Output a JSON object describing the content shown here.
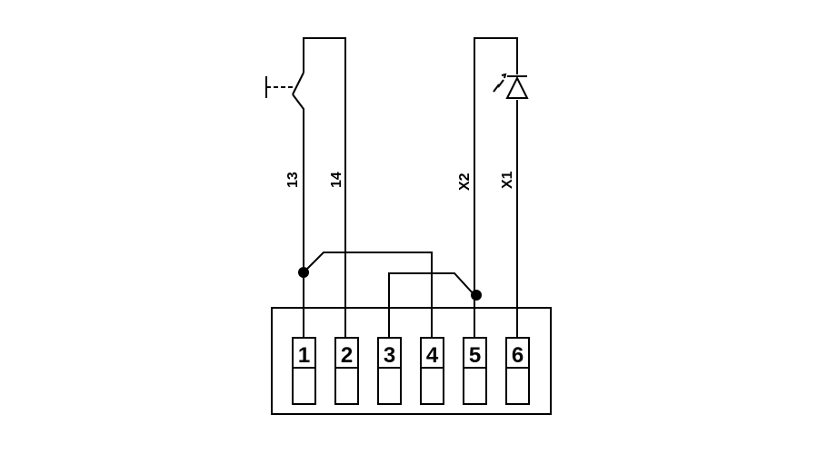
{
  "terminals": [
    "1",
    "2",
    "3",
    "4",
    "5",
    "6"
  ],
  "wire_labels": {
    "w13": "13",
    "w14": "14",
    "wx2": "X2",
    "wx1": "X1"
  },
  "symbols": {
    "pushbutton": "pushbutton-switch-icon",
    "led": "led-icon"
  },
  "colors": {
    "line": "#000000",
    "background": "#ffffff"
  }
}
